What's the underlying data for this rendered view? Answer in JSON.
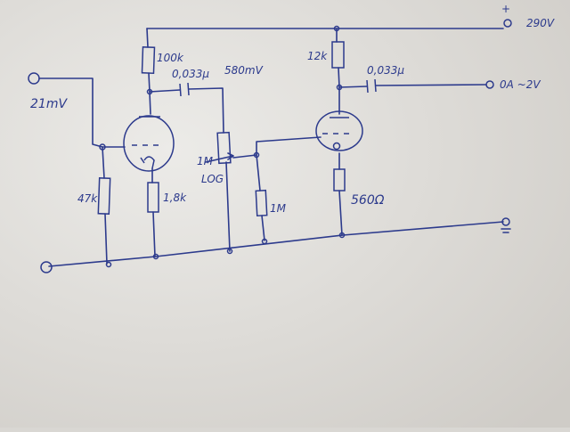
{
  "schematic": {
    "input_label": "21mV",
    "supply_label": "290V",
    "supply_sign": "+",
    "output_label": "0A ~2V",
    "ground_symbol": "⏚",
    "labels": {
      "r_plate1": "100k",
      "cap1": "0,033μ",
      "stage_signal": "580mV",
      "r_grid1": "47k",
      "r_cathode1": "1,8k",
      "pot": "1M",
      "pot_type": "LOG",
      "r_grid2": "1M",
      "r_plate2": "12k",
      "cap2": "0,033μ",
      "r_cathode2": "560Ω"
    }
  },
  "colors": {
    "ink": "#2c3a8c",
    "paper": "#e4e2de"
  }
}
